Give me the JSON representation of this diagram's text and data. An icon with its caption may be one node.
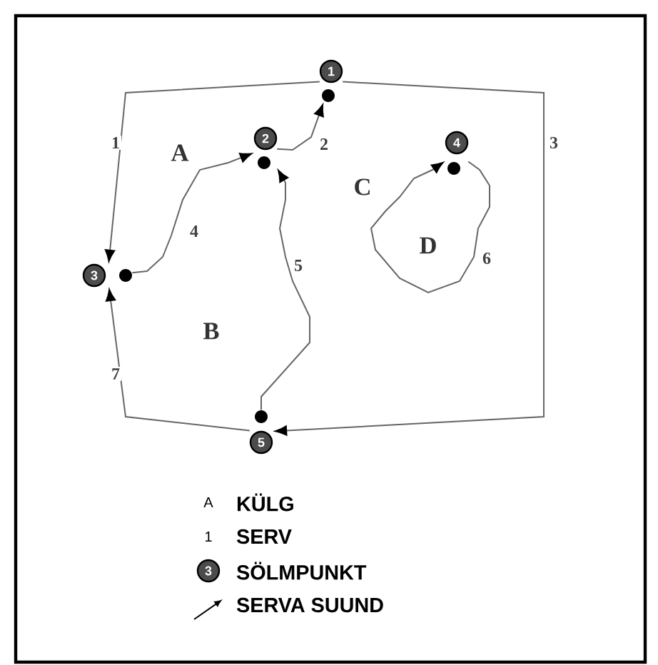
{
  "diagram": {
    "nodes": [
      {
        "text": [
          "1"
        ]
      },
      {
        "text": [
          "2"
        ]
      },
      {
        "text": [
          "3"
        ]
      },
      {
        "text": [
          "4"
        ]
      },
      {
        "text": [
          "5"
        ]
      },
      {
        "text": [
          "3"
        ]
      }
    ],
    "edges": [
      {
        "from": 0,
        "to": 2,
        "arrow": "to",
        "label": "1"
      },
      {
        "from": 1,
        "to": 0,
        "arrow": "to",
        "label": "2"
      },
      {
        "from": 0,
        "to": 4,
        "arrow": "to",
        "label": "3"
      },
      {
        "from": 2,
        "to": 1,
        "arrow": "to",
        "label": "4"
      },
      {
        "from": 4,
        "to": 1,
        "arrow": "to",
        "label": "5"
      },
      {
        "from": 3,
        "to": 3,
        "arrow": "to",
        "label": "6"
      },
      {
        "from": 4,
        "to": 2,
        "arrow": "to",
        "label": "7"
      }
    ],
    "labels": [
      "A",
      "C",
      "D",
      "B",
      "A",
      "1"
    ],
    "legend": [
      {
        "text": "KÜLG"
      },
      {
        "text": "SERV"
      },
      {
        "text": "SÖLMPUNKT"
      },
      {
        "text": "SERVA SUUND"
      }
    ]
  }
}
